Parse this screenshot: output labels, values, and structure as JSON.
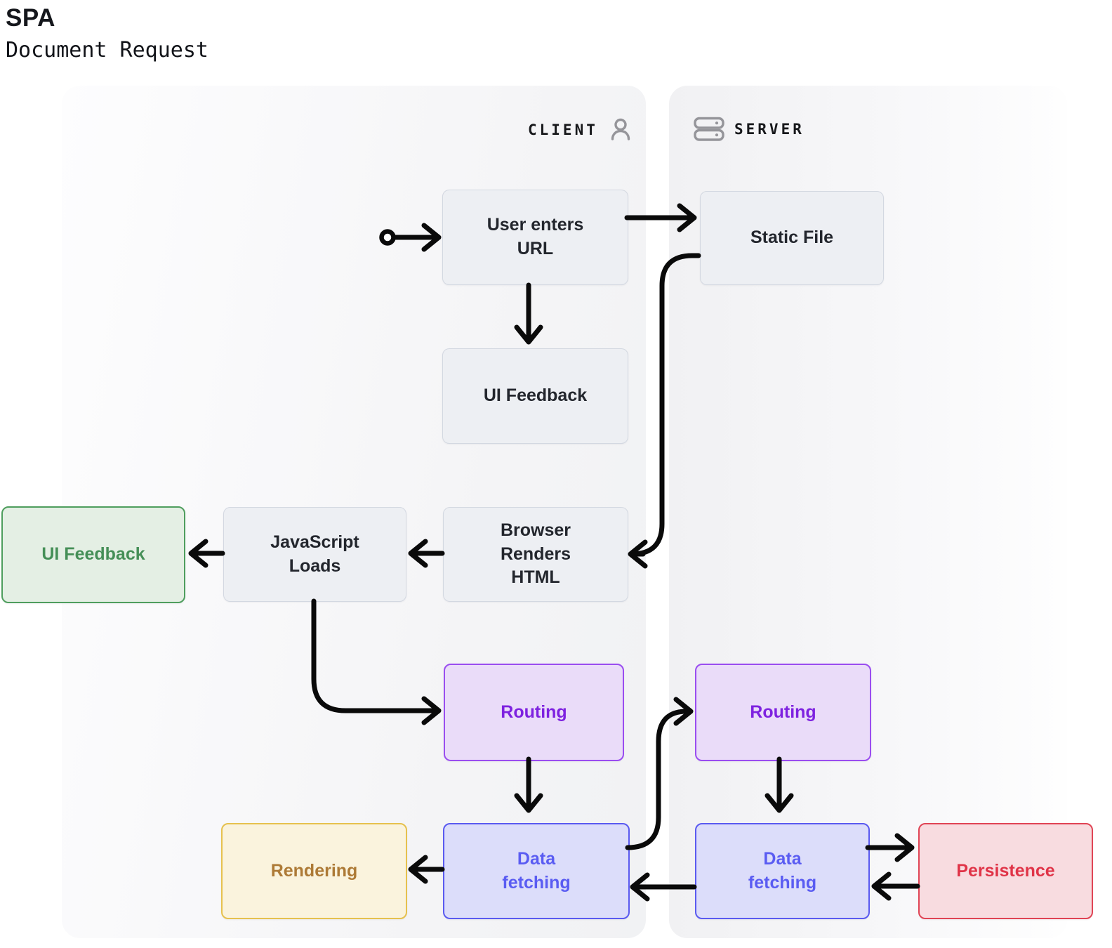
{
  "title": "SPA",
  "subtitle": "Document Request",
  "panels": {
    "client": {
      "label": "CLIENT",
      "icon": "person-icon"
    },
    "server": {
      "label": "SERVER",
      "icon": "server-icon"
    }
  },
  "nodes": {
    "user_enters_url": {
      "label": "User enters\nURL",
      "color": "neutral"
    },
    "static_file": {
      "label": "Static File",
      "color": "neutral"
    },
    "ui_feedback_client": {
      "label": "UI Feedback",
      "color": "neutral"
    },
    "browser_renders_html": {
      "label": "Browser\nRenders\nHTML",
      "color": "neutral"
    },
    "javascript_loads": {
      "label": "JavaScript\nLoads",
      "color": "neutral"
    },
    "ui_feedback_result": {
      "label": "UI Feedback",
      "color": "green"
    },
    "routing_client": {
      "label": "Routing",
      "color": "purple"
    },
    "routing_server": {
      "label": "Routing",
      "color": "purple"
    },
    "data_fetching_client": {
      "label": "Data\nfetching",
      "color": "indigo"
    },
    "data_fetching_server": {
      "label": "Data\nfetching",
      "color": "indigo"
    },
    "rendering": {
      "label": "Rendering",
      "color": "amber"
    },
    "persistence": {
      "label": "Persistence",
      "color": "red"
    }
  },
  "colors": {
    "arrow": "#0a0a0a",
    "neutral_fill": "#edeff3",
    "neutral_border": "#d3d8e1",
    "neutral_text": "#23262d",
    "green_fill": "#e4efe4",
    "green_border": "#4f9e5e",
    "green_text": "#458f57",
    "purple_fill": "#eadcf9",
    "purple_border": "#9a4df0",
    "purple_text": "#7e22e0",
    "indigo_fill": "#dcddfa",
    "indigo_border": "#5a5af0",
    "indigo_text": "#5a5cf2",
    "amber_fill": "#faf3dd",
    "amber_border": "#e6c14e",
    "amber_text": "#ad7a36",
    "red_fill": "#f8dce0",
    "red_border": "#e04455",
    "red_text": "#e03448",
    "icon_gray": "#95959a",
    "panel_gray": "#f2f2f4"
  }
}
